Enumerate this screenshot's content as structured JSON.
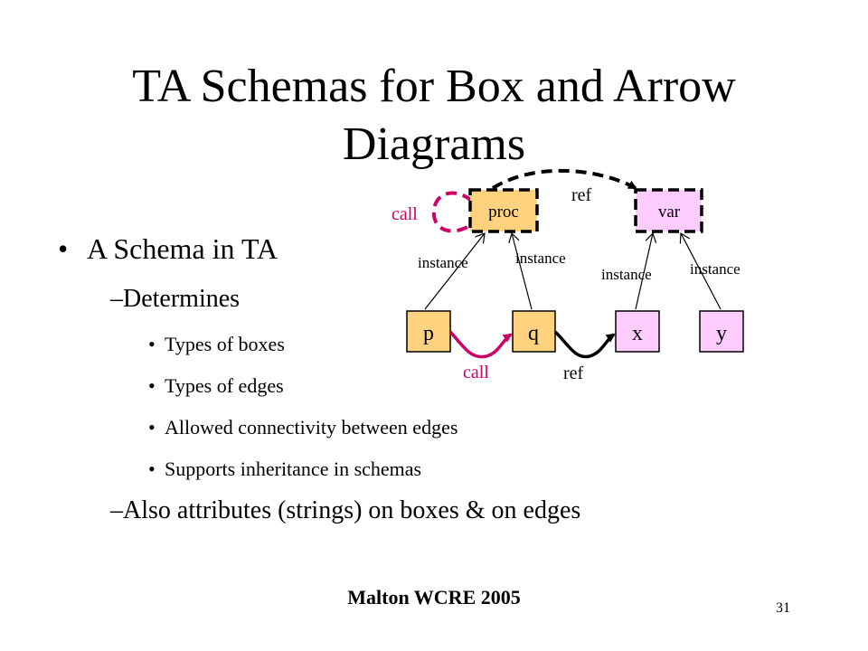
{
  "title": "TA Schemas for Box and Arrow Diagrams",
  "bullets": {
    "main": "A Schema in TA",
    "determines": "Determines",
    "sub_items": [
      "Types of boxes",
      "Types of edges",
      "Allowed connectivity between edges",
      "Supports inheritance in schemas"
    ],
    "also": "Also attributes (strings) on boxes & on edges"
  },
  "diagram": {
    "schema_nodes": [
      "proc",
      "var"
    ],
    "instance_nodes": [
      "p",
      "q",
      "x",
      "y"
    ],
    "edge_labels": {
      "call_self": "call",
      "ref_schema": "ref",
      "instance": "instance",
      "call_pq": "call",
      "ref_qx": "ref"
    },
    "colors": {
      "proc_fill": "#FFD27F",
      "var_fill": "#FFCCFF",
      "call_color": "#CC0066",
      "ref_color": "#000000"
    }
  },
  "footer": "Malton WCRE 2005",
  "page_number": "31"
}
